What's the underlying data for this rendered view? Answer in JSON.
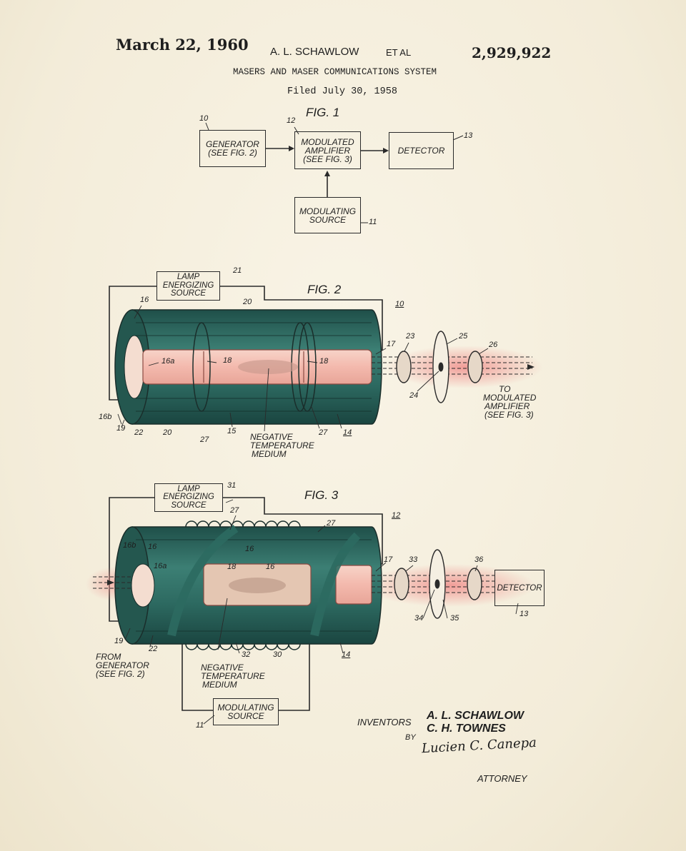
{
  "header": {
    "date": "March 22, 1960",
    "inventor_line": "A. L. SCHAWLOW",
    "et_al": "ET AL",
    "patent_number": "2,929,922",
    "title": "MASERS AND MASER COMMUNICATIONS SYSTEM",
    "filed": "Filed July 30, 1958"
  },
  "fig1": {
    "label": "FIG. 1",
    "generator": [
      "GENERATOR",
      "(SEE FIG. 2)"
    ],
    "amplifier": [
      "MODULATED",
      "AMPLIFIER",
      "(SEE FIG. 3)"
    ],
    "detector": "DETECTOR",
    "modulating_source": [
      "MODULATING",
      "SOURCE"
    ],
    "ref_generator": "10",
    "ref_amplifier": "12",
    "ref_detector": "13",
    "ref_source": "11"
  },
  "fig2": {
    "label": "FIG. 2",
    "lamp_source": [
      "LAMP",
      "ENERGIZING",
      "SOURCE"
    ],
    "medium": [
      "NEGATIVE",
      "TEMPERATURE",
      "MEDIUM"
    ],
    "output": [
      "TO",
      "MODULATED",
      "AMPLIFIER",
      "(SEE FIG. 3)"
    ],
    "refs": {
      "r21": "21",
      "r10": "10",
      "r16": "16",
      "r20top": "20",
      "r16a": "16a",
      "r18a": "18",
      "r18b": "18",
      "r17": "17",
      "r23": "23",
      "r25": "25",
      "r26": "26",
      "r24": "24",
      "r16b": "16b",
      "r19": "19",
      "r22": "22",
      "r20bot": "20",
      "r27a": "27",
      "r15": "15",
      "r27b": "27",
      "r14": "14"
    }
  },
  "fig3": {
    "label": "FIG. 3",
    "lamp_source": [
      "LAMP",
      "ENERGIZING",
      "SOURCE"
    ],
    "detector": "DETECTOR",
    "from_generator": [
      "FROM",
      "GENERATOR",
      "(SEE FIG. 2)"
    ],
    "medium": [
      "NEGATIVE",
      "TEMPERATURE",
      "MEDIUM"
    ],
    "modulating_source": [
      "MODULATING",
      "SOURCE"
    ],
    "refs": {
      "r31": "31",
      "r12": "12",
      "r27a": "27",
      "r27b": "27",
      "r16b": "16b",
      "r16a": "16",
      "r16c": "16",
      "r16d": "16a",
      "r18": "18",
      "r16e": "16",
      "r17": "17",
      "r33": "33",
      "r36": "36",
      "r13": "13",
      "r34": "34",
      "r35": "35",
      "r19": "19",
      "r22": "22",
      "r32": "32",
      "r30": "30",
      "r14": "14",
      "r11": "11"
    }
  },
  "footer": {
    "inventors_label": "INVENTORS",
    "inventor1": "A. L. SCHAWLOW",
    "inventor2": "C. H. TOWNES",
    "by": "BY",
    "signature": "Lucien C. Canepa",
    "attorney": "ATTORNEY"
  },
  "colors": {
    "paper": "#f6f0e0",
    "ink": "#1e1e1e",
    "cylinder_teal": "#2e6a62",
    "glow_pink": "#f2a6a2",
    "tube_pink": "#f3c4b8"
  }
}
